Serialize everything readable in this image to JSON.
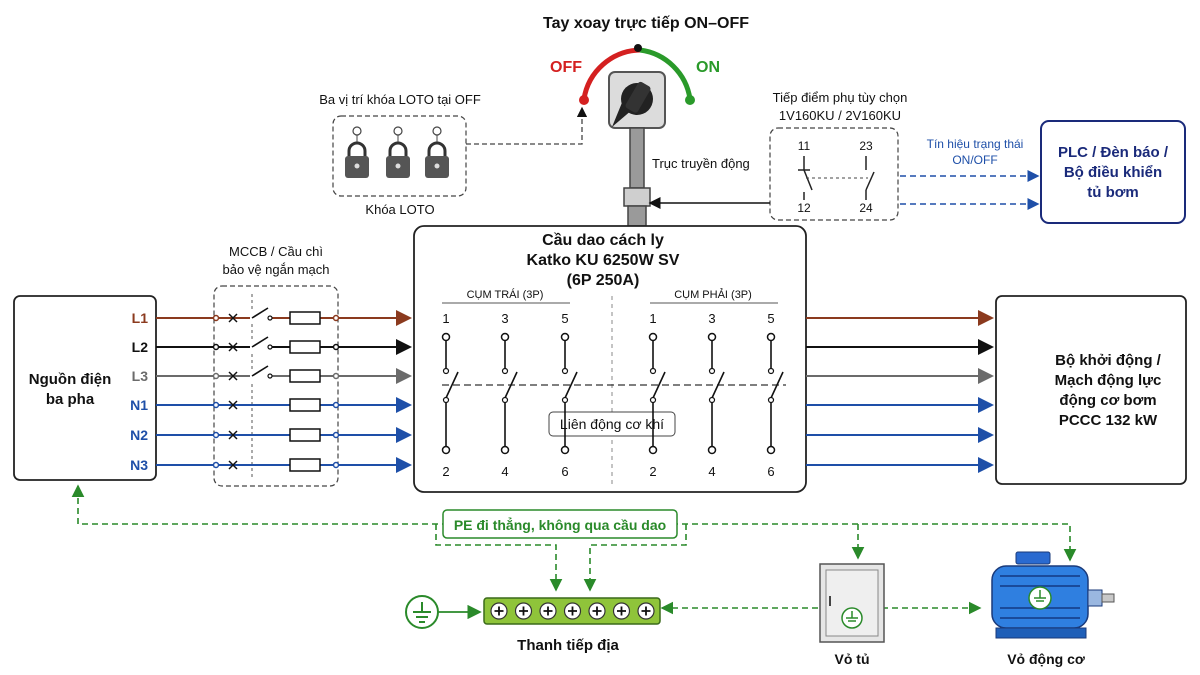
{
  "title": "Tay xoay trực tiếp ON–OFF",
  "handle": {
    "off_label": "OFF",
    "on_label": "ON"
  },
  "loto": {
    "caption": "Ba vị trí khóa LOTO tại OFF",
    "label": "Khóa LOTO"
  },
  "shaft_label": "Trục truyền động",
  "aux_contact": {
    "title_line1": "Tiếp điểm phụ tùy chọn",
    "title_line2": "1V160KU / 2V160KU",
    "terminals": [
      "11",
      "23",
      "12",
      "24"
    ]
  },
  "signal": {
    "line1": "Tín hiệu trạng thái",
    "line2": "ON/OFF"
  },
  "plc": {
    "line1": "PLC / Đèn báo /",
    "line2": "Bộ điều khiển",
    "line3": "tủ bơm"
  },
  "mccb": {
    "line1": "MCCB / Cầu chì",
    "line2": "bảo vệ ngắn mạch"
  },
  "source": {
    "line1": "Nguồn điện",
    "line2": "ba pha"
  },
  "lines": [
    "L1",
    "L2",
    "L3",
    "N1",
    "N2",
    "N3"
  ],
  "switch": {
    "title1": "Cầu dao cách ly",
    "title2": "Katko KU 6250W SV",
    "title3": "(6P 250A)",
    "group_left": "CỤM TRÁI (3P)",
    "group_right": "CỤM PHẢI (3P)",
    "top_terms": [
      "1",
      "3",
      "5",
      "1",
      "3",
      "5"
    ],
    "bottom_terms": [
      "2",
      "4",
      "6",
      "2",
      "4",
      "6"
    ],
    "interlock": "Liên động cơ khí"
  },
  "load": {
    "line1": "Bộ khởi động /",
    "line2": "Mạch động lực",
    "line3": "động cơ bơm",
    "line4": "PCCC 132 kW"
  },
  "pe_note": "PE đi thẳng, không qua cầu dao",
  "earth_bar": "Thanh tiếp địa",
  "cabinet": "Vỏ tủ",
  "motor": "Vỏ động cơ",
  "colors": {
    "L1": "#8b3a1e",
    "L2": "#111111",
    "L3": "#6b6b6b",
    "N": "#1e4fa8",
    "pe": "#2a8a2a",
    "off": "#d42020",
    "on": "#2a9a2a",
    "navy": "#1a2a7a"
  }
}
